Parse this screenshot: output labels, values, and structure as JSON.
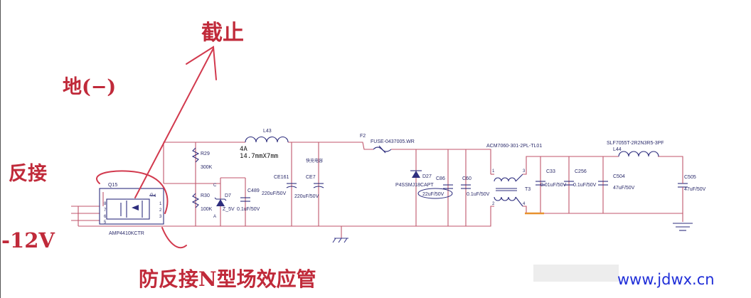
{
  "annotations": {
    "cutoff": "截止",
    "ground": "地(−)",
    "reverse": "反接",
    "voltage": "-12V",
    "caption": "防反接N型场效应管"
  },
  "components": {
    "q15_ref": "Q15",
    "q15_part": "AMP4410KCTR",
    "q15_pins": [
      "8",
      "7",
      "6",
      "5",
      "1",
      "2",
      "3",
      "4"
    ],
    "q15_gate": "G",
    "r29_ref": "R29",
    "r29_val": "300K",
    "r30_ref": "R30",
    "r30_val": "100K",
    "d7_ref": "D7",
    "d7_val": "Z_5V",
    "d7_c": "C",
    "d7_a": "A",
    "c489_ref": "C489",
    "c489_val": "0.1uF/50V",
    "l43_ref": "L43",
    "l43_note1": "4A",
    "l43_note2": "14.7mmX7mm",
    "ce161_ref": "CE161",
    "ce161_val": "220uF/50V",
    "ce7_ref": "CE7",
    "ce7_label": "快充电容",
    "ce7_val": "220uF/50V",
    "f2_ref": "F2",
    "f2_part": "FUSE-0437005.WR",
    "d27_ref": "D27",
    "d27_part": "P4SSMJ18CAPT",
    "c86_ref": "C86",
    "c86_val": "22uF/50V",
    "c60_ref": "C60",
    "c60_val": "0.1uF/50V",
    "t3_ref": "T3",
    "t3_part": "ACM7060-301-2PL-TL01",
    "t3_pins": [
      "1",
      "2",
      "3",
      "4"
    ],
    "c33_ref": "C33",
    "c33_val": "0.01uF/50V",
    "c256_ref": "C256",
    "c256_val": "0.1uF/50V",
    "c504_ref": "C504",
    "c504_val": "47uF/50V",
    "l44_ref": "L44",
    "l44_part": "SLF7055T-2R2N3R5-3PF",
    "c505_ref": "C505",
    "c505_val": "47uF/50V"
  },
  "watermark": "www.jdwx.cn",
  "colors": {
    "handwriting": "#c02a3a",
    "wire": "#c0566b",
    "component": "#2e2e7e",
    "watermark": "#1f2ed8"
  }
}
